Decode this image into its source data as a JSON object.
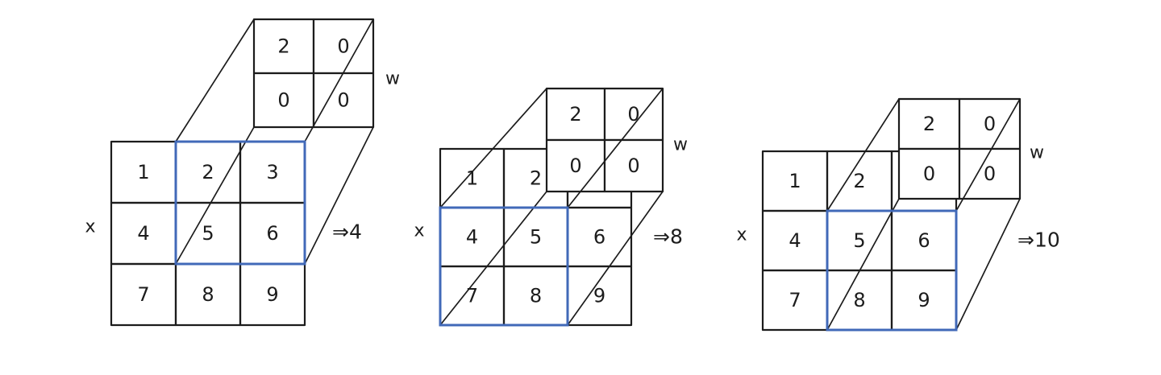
{
  "labels": {
    "input": "x",
    "kernel": "w"
  },
  "input_matrix": [
    [
      "1",
      "2",
      "3"
    ],
    [
      "4",
      "5",
      "6"
    ],
    [
      "7",
      "8",
      "9"
    ]
  ],
  "kernel_matrix": [
    [
      "2",
      "0"
    ],
    [
      "0",
      "0"
    ]
  ],
  "panels": [
    {
      "input": [
        [
          "1",
          "2",
          "3"
        ],
        [
          "4",
          "5",
          "6"
        ],
        [
          "7",
          "8",
          "9"
        ]
      ],
      "kernel": [
        [
          "2",
          "0"
        ],
        [
          "0",
          "0"
        ]
      ],
      "window": {
        "row": 0,
        "col": 1
      },
      "result": "⇒4"
    },
    {
      "input": [
        [
          "1",
          "2",
          ""
        ],
        [
          "4",
          "5",
          "6"
        ],
        [
          "7",
          "8",
          "9"
        ]
      ],
      "kernel": [
        [
          "2",
          "0"
        ],
        [
          "0",
          "0"
        ]
      ],
      "window": {
        "row": 1,
        "col": 0
      },
      "result": "⇒8"
    },
    {
      "input": [
        [
          "1",
          "2",
          ""
        ],
        [
          "4",
          "5",
          "6"
        ],
        [
          "7",
          "8",
          "9"
        ]
      ],
      "kernel": [
        [
          "2",
          "0"
        ],
        [
          "0",
          "0"
        ]
      ],
      "window": {
        "row": 1,
        "col": 1
      },
      "result": "⇒10"
    }
  ],
  "colors": {
    "line": "#1c1c1c",
    "highlight": "#4169b8"
  }
}
